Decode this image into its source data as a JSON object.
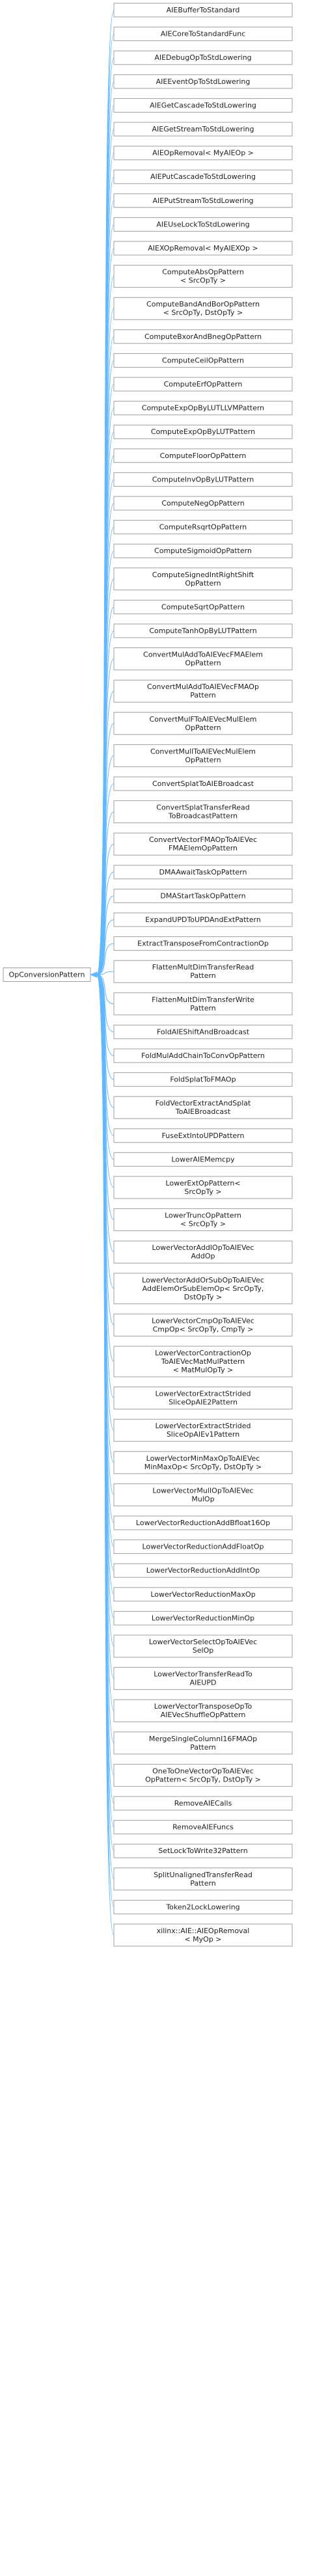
{
  "diagram": {
    "type": "inheritance-graph",
    "base": {
      "id": "base",
      "label": [
        "OpConversionPattern"
      ]
    },
    "children": [
      {
        "id": "n1",
        "label": [
          "AIEBufferToStandard"
        ]
      },
      {
        "id": "n2",
        "label": [
          "AIECoreToStandardFunc"
        ]
      },
      {
        "id": "n3",
        "label": [
          "AIEDebugOpToStdLowering"
        ]
      },
      {
        "id": "n4",
        "label": [
          "AIEEventOpToStdLowering"
        ]
      },
      {
        "id": "n5",
        "label": [
          "AIEGetCascadeToStdLowering"
        ]
      },
      {
        "id": "n6",
        "label": [
          "AIEGetStreamToStdLowering"
        ]
      },
      {
        "id": "n7",
        "label": [
          "AIEOpRemoval< MyAIEOp >"
        ]
      },
      {
        "id": "n8",
        "label": [
          "AIEPutCascadeToStdLowering"
        ]
      },
      {
        "id": "n9",
        "label": [
          "AIEPutStreamToStdLowering"
        ]
      },
      {
        "id": "n10",
        "label": [
          "AIEUseLockToStdLowering"
        ]
      },
      {
        "id": "n11",
        "label": [
          "AIEXOpRemoval< MyAIEXOp >"
        ]
      },
      {
        "id": "n12",
        "label": [
          "ComputeAbsOpPattern",
          "< SrcOpTy >"
        ]
      },
      {
        "id": "n13",
        "label": [
          "ComputeBandAndBorOpPattern",
          "< SrcOpTy, DstOpTy >"
        ]
      },
      {
        "id": "n14",
        "label": [
          "ComputeBxorAndBnegOpPattern"
        ]
      },
      {
        "id": "n15",
        "label": [
          "ComputeCeilOpPattern"
        ]
      },
      {
        "id": "n16",
        "label": [
          "ComputeErfOpPattern"
        ]
      },
      {
        "id": "n17",
        "label": [
          "ComputeExpOpByLUTLLVMPattern"
        ]
      },
      {
        "id": "n18",
        "label": [
          "ComputeExpOpByLUTPattern"
        ]
      },
      {
        "id": "n19",
        "label": [
          "ComputeFloorOpPattern"
        ]
      },
      {
        "id": "n20",
        "label": [
          "ComputeInvOpByLUTPattern"
        ]
      },
      {
        "id": "n21",
        "label": [
          "ComputeNegOpPattern"
        ]
      },
      {
        "id": "n22",
        "label": [
          "ComputeRsqrtOpPattern"
        ]
      },
      {
        "id": "n23",
        "label": [
          "ComputeSigmoidOpPattern"
        ]
      },
      {
        "id": "n24",
        "label": [
          "ComputeSignedIntRightShift",
          "OpPattern"
        ]
      },
      {
        "id": "n25",
        "label": [
          "ComputeSqrtOpPattern"
        ]
      },
      {
        "id": "n26",
        "label": [
          "ComputeTanhOpByLUTPattern"
        ]
      },
      {
        "id": "n27",
        "label": [
          "ConvertMulAddToAIEVecFMAElem",
          "OpPattern"
        ]
      },
      {
        "id": "n28",
        "label": [
          "ConvertMulAddToAIEVecFMAOp",
          "Pattern"
        ]
      },
      {
        "id": "n29",
        "label": [
          "ConvertMulFToAIEVecMulElem",
          "OpPattern"
        ]
      },
      {
        "id": "n30",
        "label": [
          "ConvertMulIToAIEVecMulElem",
          "OpPattern"
        ]
      },
      {
        "id": "n31",
        "label": [
          "ConvertSplatToAIEBroadcast"
        ]
      },
      {
        "id": "n32",
        "label": [
          "ConvertSplatTransferRead",
          "ToBroadcastPattern"
        ]
      },
      {
        "id": "n33",
        "label": [
          "ConvertVectorFMAOpToAIEVec",
          "FMAElemOpPattern"
        ]
      },
      {
        "id": "n34",
        "label": [
          "DMAAwaitTaskOpPattern"
        ]
      },
      {
        "id": "n35",
        "label": [
          "DMAStartTaskOpPattern"
        ]
      },
      {
        "id": "n36",
        "label": [
          "ExpandUPDToUPDAndExtPattern"
        ]
      },
      {
        "id": "n37",
        "label": [
          "ExtractTransposeFromContractionOp"
        ]
      },
      {
        "id": "n38",
        "label": [
          "FlattenMultDimTransferRead",
          "Pattern"
        ]
      },
      {
        "id": "n39",
        "label": [
          "FlattenMultDimTransferWrite",
          "Pattern"
        ]
      },
      {
        "id": "n40",
        "label": [
          "FoldAIEShiftAndBroadcast"
        ]
      },
      {
        "id": "n41",
        "label": [
          "FoldMulAddChainToConvOpPattern"
        ]
      },
      {
        "id": "n42",
        "label": [
          "FoldSplatToFMAOp"
        ]
      },
      {
        "id": "n43",
        "label": [
          "FoldVectorExtractAndSplat",
          "ToAIEBroadcast"
        ]
      },
      {
        "id": "n44",
        "label": [
          "FuseExtIntoUPDPattern"
        ]
      },
      {
        "id": "n45",
        "label": [
          "LowerAIEMemcpy"
        ]
      },
      {
        "id": "n46",
        "label": [
          "LowerExtOpPattern<",
          "SrcOpTy >"
        ]
      },
      {
        "id": "n47",
        "label": [
          "LowerTruncOpPattern",
          "< SrcOpTy >"
        ]
      },
      {
        "id": "n48",
        "label": [
          "LowerVectorAddIOpToAIEVec",
          "AddOp"
        ]
      },
      {
        "id": "n49",
        "label": [
          "LowerVectorAddOrSubOpToAIEVec",
          "AddElemOrSubElemOp< SrcOpTy,",
          "DstOpTy >"
        ]
      },
      {
        "id": "n50",
        "label": [
          "LowerVectorCmpOpToAIEVec",
          "CmpOp< SrcOpTy, CmpTy >"
        ]
      },
      {
        "id": "n51",
        "label": [
          "LowerVectorContractionOp",
          "ToAIEVecMatMulPattern",
          "< MatMulOpTy >"
        ]
      },
      {
        "id": "n52",
        "label": [
          "LowerVectorExtractStrided",
          "SliceOpAIE2Pattern"
        ]
      },
      {
        "id": "n53",
        "label": [
          "LowerVectorExtractStrided",
          "SliceOpAIEv1Pattern"
        ]
      },
      {
        "id": "n54",
        "label": [
          "LowerVectorMinMaxOpToAIEVec",
          "MinMaxOp< SrcOpTy, DstOpTy >"
        ]
      },
      {
        "id": "n55",
        "label": [
          "LowerVectorMulIOpToAIEVec",
          "MulOp"
        ]
      },
      {
        "id": "n56",
        "label": [
          "LowerVectorReductionAddBfloat16Op"
        ]
      },
      {
        "id": "n57",
        "label": [
          "LowerVectorReductionAddFloatOp"
        ]
      },
      {
        "id": "n58",
        "label": [
          "LowerVectorReductionAddIntOp"
        ]
      },
      {
        "id": "n59",
        "label": [
          "LowerVectorReductionMaxOp"
        ]
      },
      {
        "id": "n60",
        "label": [
          "LowerVectorReductionMinOp"
        ]
      },
      {
        "id": "n61",
        "label": [
          "LowerVectorSelectOpToAIEVec",
          "SelOp"
        ]
      },
      {
        "id": "n62",
        "label": [
          "LowerVectorTransferReadTo",
          "AIEUPD"
        ]
      },
      {
        "id": "n63",
        "label": [
          "LowerVectorTransposeOpTo",
          "AIEVecShuffleOpPattern"
        ]
      },
      {
        "id": "n64",
        "label": [
          "MergeSingleColumnI16FMAOp",
          "Pattern"
        ]
      },
      {
        "id": "n65",
        "label": [
          "OneToOneVectorOpToAIEVec",
          "OpPattern< SrcOpTy, DstOpTy >"
        ]
      },
      {
        "id": "n66",
        "label": [
          "RemoveAIECalls"
        ]
      },
      {
        "id": "n67",
        "label": [
          "RemoveAIEFuncs"
        ]
      },
      {
        "id": "n68",
        "label": [
          "SetLockToWrite32Pattern"
        ]
      },
      {
        "id": "n69",
        "label": [
          "SplitUnalignedTransferRead",
          "Pattern"
        ]
      },
      {
        "id": "n70",
        "label": [
          "Token2LockLowering"
        ]
      },
      {
        "id": "n71",
        "label": [
          "xilinx::AIE::AIEOpRemoval",
          "< MyOp >"
        ]
      }
    ]
  }
}
